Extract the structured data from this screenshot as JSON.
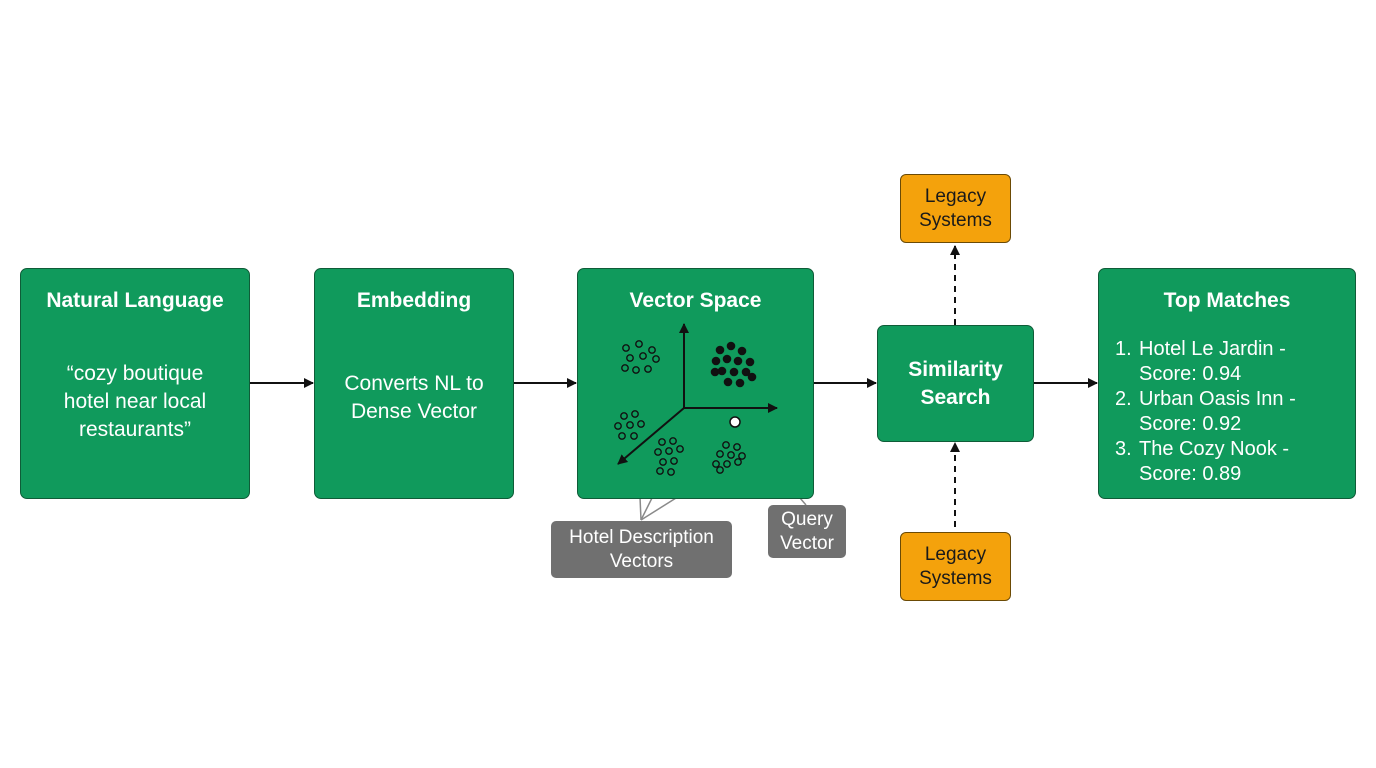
{
  "natural_language": {
    "title": "Natural Language",
    "query_lines": [
      "“cozy boutique",
      "hotel near local",
      "restaurants”"
    ]
  },
  "embedding": {
    "title": "Embedding",
    "desc_lines": [
      "Converts NL to",
      "Dense Vector"
    ]
  },
  "vector_space": {
    "title": "Vector Space"
  },
  "labels": {
    "hotel_vectors": [
      "Hotel Description",
      "Vectors"
    ],
    "query_vector": [
      "Query",
      "Vector"
    ]
  },
  "similarity": {
    "title_lines": [
      "Similarity",
      "Search"
    ]
  },
  "legacy_top": {
    "lines": [
      "Legacy",
      "Systems"
    ]
  },
  "legacy_bottom": {
    "lines": [
      "Legacy",
      "Systems"
    ]
  },
  "top_matches": {
    "title": "Top Matches",
    "items": [
      {
        "num": "1.",
        "line1": "Hotel Le Jardin -",
        "line2": "Score: 0.94"
      },
      {
        "num": "2.",
        "line1": "Urban Oasis Inn -",
        "line2": "Score: 0.92"
      },
      {
        "num": "3.",
        "line1": "The Cozy Nook -",
        "line2": "Score: 0.89"
      }
    ]
  },
  "colors": {
    "box_green": "#109a5c",
    "box_orange": "#f4a20c",
    "label_grey": "#707070"
  }
}
